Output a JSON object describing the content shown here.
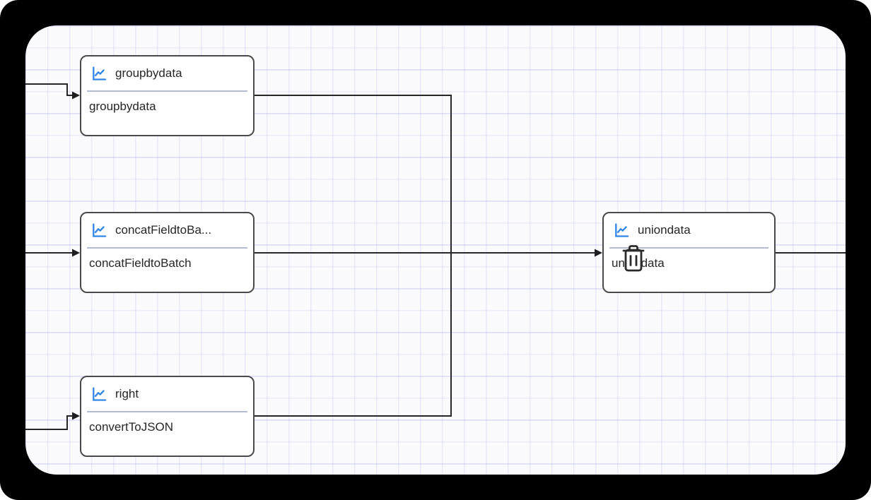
{
  "app": {
    "type": "workflow-editor-canvas"
  },
  "colors": {
    "frame": "#000000",
    "canvas_background": "#FBFBFE",
    "grid_line": "#E4E4F6",
    "edge": "#262626",
    "node_border": "#4A4A4A",
    "node_background": "#FFFFFF",
    "divider": "#B3BCD0",
    "chart_icon_blue": "#2F86E8",
    "trash_icon": "#2B2B2B"
  },
  "nodes": [
    {
      "title": "groupbydata",
      "subtitle": "groupbydata",
      "icon": "line-chart-icon"
    },
    {
      "title": "concatFieldtoBa...",
      "subtitle": "concatFieldtoBatch",
      "icon": "line-chart-icon"
    },
    {
      "title": "right",
      "subtitle": "convertToJSON",
      "icon": "line-chart-icon"
    },
    {
      "title": "uniondata",
      "subtitle": "uniondata",
      "icon": "line-chart-icon",
      "overlay_icon": "trash-icon"
    }
  ],
  "edges": [
    {
      "from": "canvas-left-edge",
      "to": "groupbydata"
    },
    {
      "from": "canvas-left-edge",
      "to": "concatFieldtoBatch"
    },
    {
      "from": "canvas-left-edge",
      "to": "right"
    },
    {
      "from": "groupbydata",
      "to": "uniondata"
    },
    {
      "from": "concatFieldtoBatch",
      "to": "uniondata"
    },
    {
      "from": "right",
      "to": "uniondata"
    },
    {
      "from": "uniondata",
      "to": "canvas-right-edge"
    }
  ]
}
